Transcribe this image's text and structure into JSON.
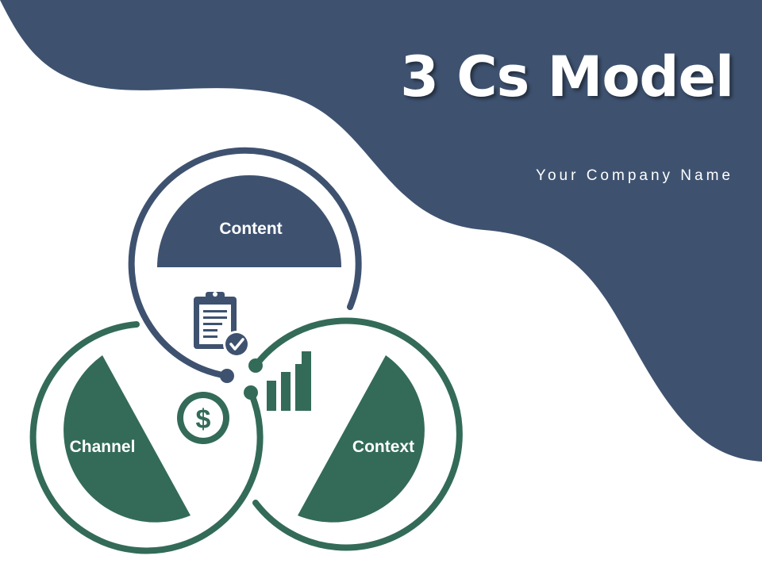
{
  "title": "3 Cs Model",
  "subtitle": "Your Company Name",
  "colors": {
    "navy": "#3e5270",
    "green": "#336b58",
    "background": "#ffffff"
  },
  "segments": [
    {
      "label": "Content",
      "color": "navy",
      "icon": "clipboard-check-icon"
    },
    {
      "label": "Channel",
      "color": "green",
      "icon": "dollar-coin-icon"
    },
    {
      "label": "Context",
      "color": "green",
      "icon": "bar-chart-icon"
    }
  ]
}
